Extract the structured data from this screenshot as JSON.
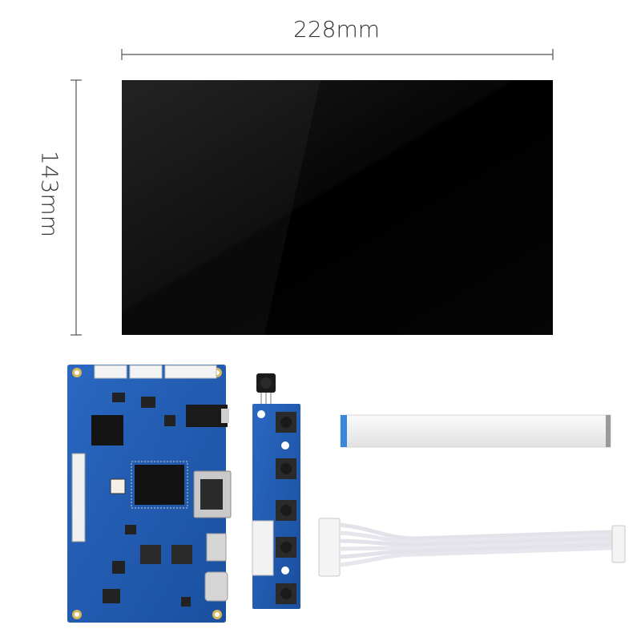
{
  "dimensions": {
    "width_label": "228mm",
    "height_label": "143mm"
  },
  "colors": {
    "panel": "#020202",
    "pcb": "#1f5bb4",
    "ribbon": "#f4f4f4",
    "ffc_contact": "#3a86d8",
    "cable_wire": "#e4e4ea"
  },
  "components": {
    "controller_board": "controller-board",
    "keypad_board": "keypad-board",
    "ffc_cable": "ffc-ribbon-cable",
    "wire_harness": "wire-harness-cable"
  }
}
